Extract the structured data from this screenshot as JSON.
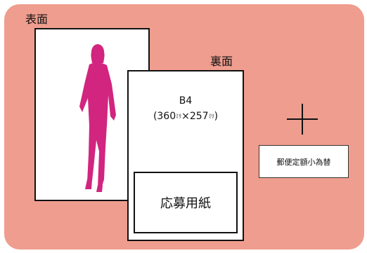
{
  "front": {
    "label": "表面"
  },
  "back": {
    "label": "裏面",
    "size_line1": "B4",
    "size_line2_open": "(360",
    "size_unit": "ﾐﾘ",
    "size_line2_mid": "×257",
    "size_line2_close": ")",
    "form_label": "応募用紙"
  },
  "plus_symbol": "plus",
  "money_order": {
    "label": "郵便定額小為替"
  },
  "colors": {
    "background": "#ef9d8e",
    "silhouette": "#d1257f",
    "border": "#111111"
  }
}
